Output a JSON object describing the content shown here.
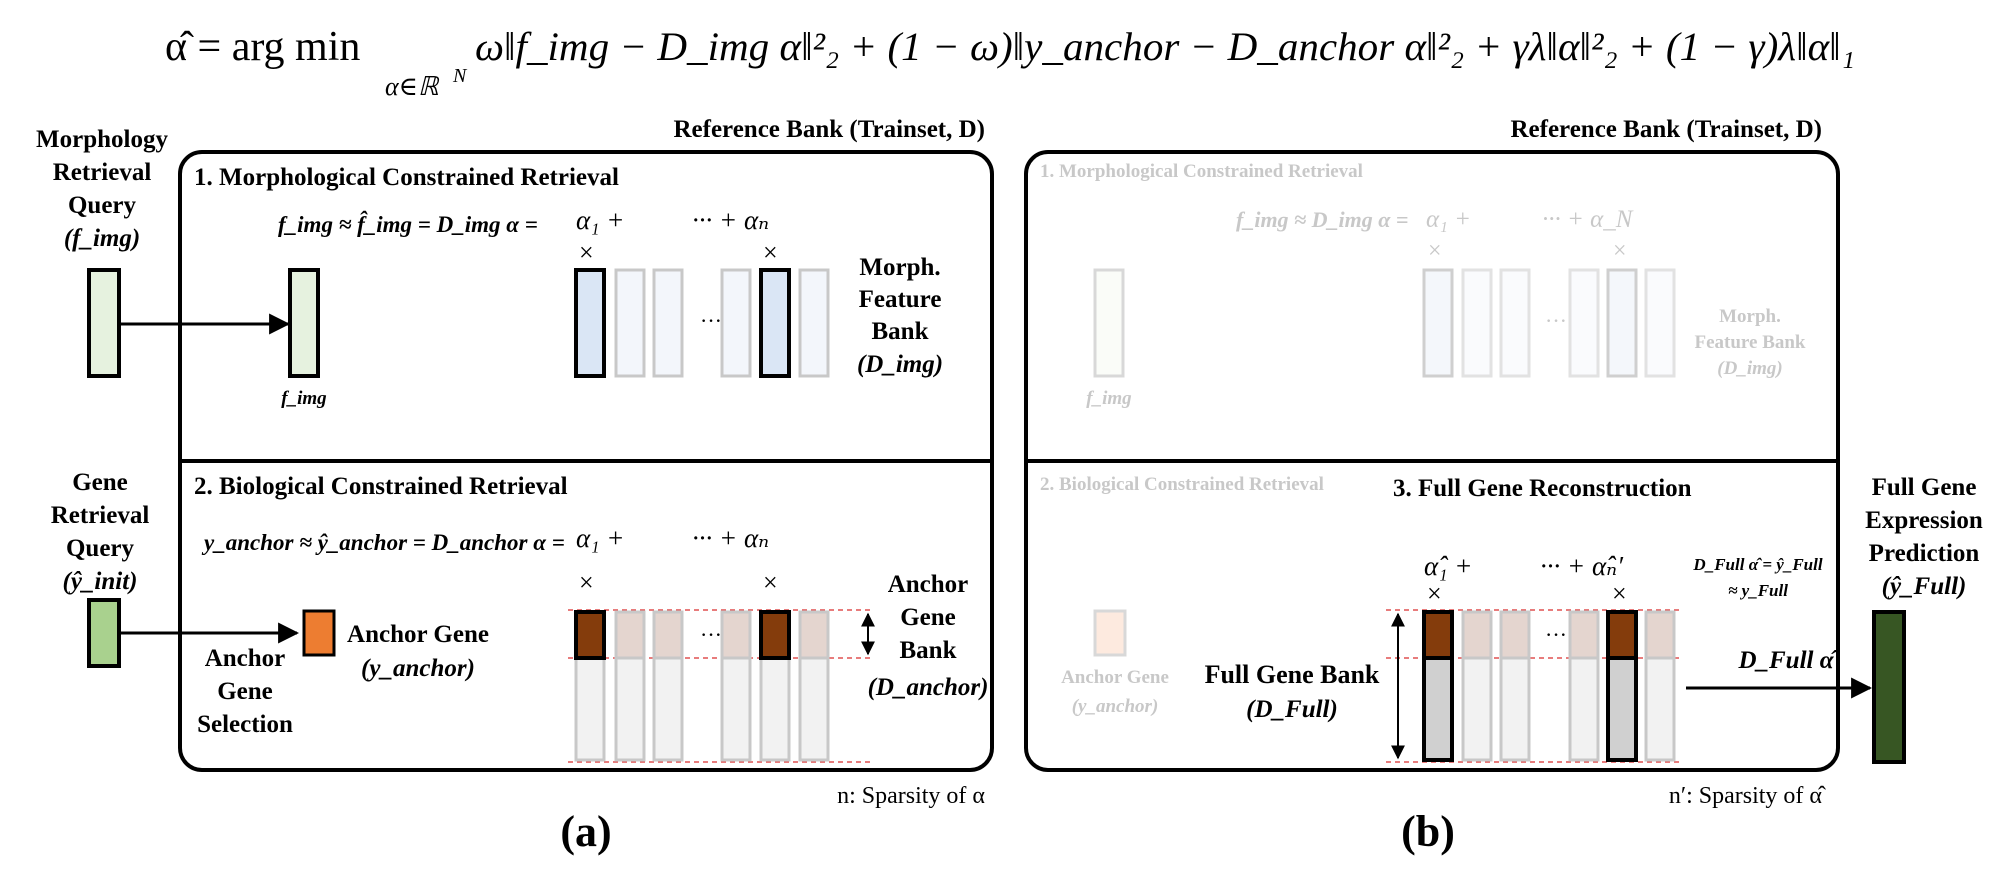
{
  "equation": {
    "lhs": "α̂ = arg min",
    "sub": "α∈ℝ",
    "sub_sup": "N",
    "body": "ω‖f_img − D_img α‖²₂ + (1 − ω)‖y_anchor − D_anchor α‖²₂ + γλ‖α‖²₂ + (1 − γ)λ‖α‖₁"
  },
  "left_queries": {
    "morph_query": [
      "Morphology",
      "Retrieval",
      "Query",
      "(f_img)"
    ],
    "gene_query": [
      "Gene",
      "Retrieval",
      "Query",
      "(ŷ_init)"
    ],
    "anchor_selection": [
      "Anchor",
      "Gene",
      "Selection"
    ]
  },
  "panel_a": {
    "header": "Reference Bank (Trainset, D)",
    "section1_title": "1. Morphological Constrained Retrieval",
    "section1_eq": "f_img ≈ f̂_img = D_img α  =",
    "alpha_1": "α₁ +",
    "alpha_n": "··· + αₙ",
    "times": "×",
    "dots": "···",
    "f_img_label": "f_img",
    "morph_bank": [
      "Morph.",
      "Feature",
      "Bank",
      "(D_img)"
    ],
    "section2_title": "2. Biological Constrained Retrieval",
    "section2_eq": "y_anchor ≈ ŷ_anchor = D_anchor α  =",
    "anchor_gene_label": [
      "Anchor Gene",
      "(y_anchor)"
    ],
    "anchor_bank": [
      "Anchor",
      "Gene",
      "Bank",
      "(D_anchor)"
    ],
    "footer": "n: Sparsity of α",
    "caption": "(a)"
  },
  "panel_b": {
    "header": "Reference Bank (Trainset, D)",
    "section1_title": "1. Morphological Constrained Retrieval",
    "section1_eq": "f_img ≈ D_img α  =",
    "alpha_1": "α₁ +",
    "alpha_n": "··· + α_N",
    "f_img_label": "f_img",
    "morph_bank": [
      "Morph.",
      "Feature Bank",
      "(D_img)"
    ],
    "section2_title": "2. Biological Constrained Retrieval",
    "section3_title": "3. Full Gene Reconstruction",
    "alpha_hat_1": "α̂₁ +",
    "alpha_hat_n": "··· + α̂ₙ′",
    "recon_eq": [
      "D_Full α̂ = ŷ_Full",
      "≈ y_Full"
    ],
    "anchor_gene_label": [
      "Anchor Gene",
      "(y_anchor)"
    ],
    "full_bank": [
      "Full Gene Bank",
      "(D_Full)"
    ],
    "arrow_label": "D_Full α̂",
    "footer": "n′: Sparsity of α̂",
    "caption": "(b)"
  },
  "right_output": [
    "Full Gene",
    "Expression",
    "Prediction",
    "(ŷ_Full)"
  ],
  "colors": {
    "morph_green": "#e6f2df",
    "gene_green": "#a9d18e",
    "blue": "#dae6f5",
    "anchor_orange": "#ed7d31",
    "brown": "#843c0c",
    "full_dark": "#375623",
    "red_dash": "#e05050"
  }
}
